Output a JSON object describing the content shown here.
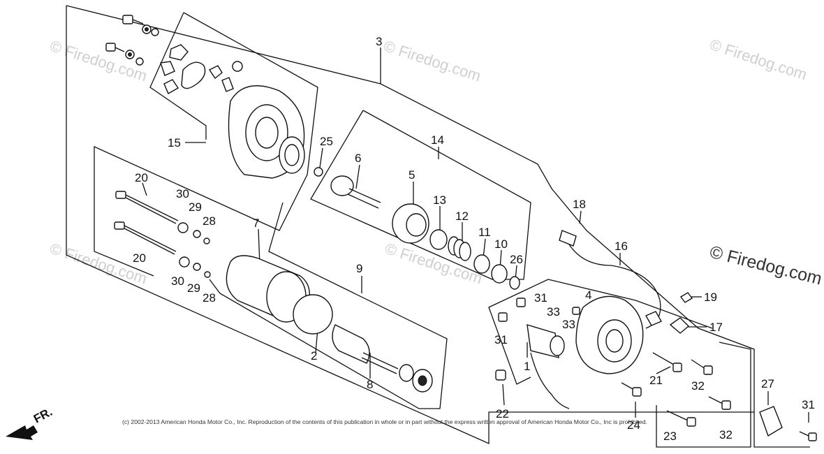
{
  "watermarks": [
    "© Firedog.com",
    "© Firedog.com",
    "© Firedog.com",
    "© Firedog.com",
    "© Firedog.com",
    "© Firedog.com"
  ],
  "big_watermark": "© Firedog.com",
  "copyright": "(c) 2002-2013 American Honda Motor Co., Inc. Reproduction of the contents of this publication in whole or in part without the express written approval of American Honda Motor Co., Inc is prohibited.",
  "direction_label": "FR.",
  "callouts": {
    "p1": "1",
    "p2": "2",
    "p3": "3",
    "p4": "4",
    "p5": "5",
    "p6": "6",
    "p7": "7",
    "p8": "8",
    "p9": "9",
    "p10": "10",
    "p11": "11",
    "p12": "12",
    "p13": "13",
    "p14": "14",
    "p15": "15",
    "p16": "16",
    "p17": "17",
    "p18": "18",
    "p19": "19",
    "p20a": "20",
    "p20b": "20",
    "p21": "21",
    "p22": "22",
    "p23": "23",
    "p24": "24",
    "p25": "25",
    "p26": "26",
    "p27": "27",
    "p28a": "28",
    "p28b": "28",
    "p29a": "29",
    "p29b": "29",
    "p30a": "30",
    "p30b": "30",
    "p31a": "31",
    "p31b": "31",
    "p31c": "31",
    "p32a": "32",
    "p32b": "32",
    "p33a": "33",
    "p33b": "33"
  }
}
